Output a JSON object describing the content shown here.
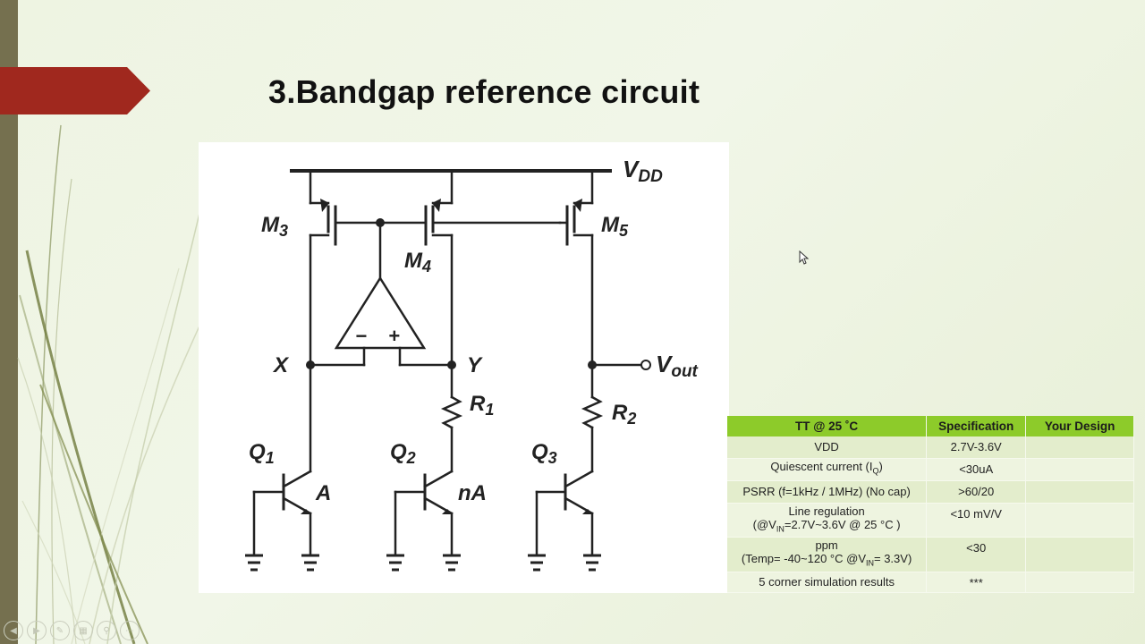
{
  "slide": {
    "title": "3.Bandgap reference circuit"
  },
  "circuit": {
    "labels": {
      "vdd": "V",
      "vdd_sub": "DD",
      "m3": "M",
      "m3_sub": "3",
      "m4": "M",
      "m4_sub": "4",
      "m5": "M",
      "m5_sub": "5",
      "x": "X",
      "y": "Y",
      "vout": "V",
      "vout_sub": "out",
      "r1": "R",
      "r1_sub": "1",
      "r2": "R",
      "r2_sub": "2",
      "q1": "Q",
      "q1_sub": "1",
      "q2": "Q",
      "q2_sub": "2",
      "q3": "Q",
      "q3_sub": "3",
      "a": "A",
      "na": "nA",
      "minus": "−",
      "plus": "+"
    }
  },
  "table": {
    "headers": [
      "TT @ 25 ˚C",
      "Specification",
      "Your Design"
    ],
    "rows": [
      {
        "param": "VDD",
        "spec": "2.7V-3.6V",
        "design": ""
      },
      {
        "param_pre": "Quiescent current (I",
        "param_sub": "Q",
        "param_post": ")",
        "spec": "<30uA",
        "design": ""
      },
      {
        "param": "PSRR (f=1kHz / 1MHz) (No cap)",
        "spec": ">60/20",
        "design": ""
      },
      {
        "param_l1": "Line regulation",
        "param_l2_pre": "(@V",
        "param_l2_sub": "IN",
        "param_l2_post": "=2.7V~3.6V @ 25 °C )",
        "spec": "<10 mV/V",
        "design": ""
      },
      {
        "param_l1": "ppm",
        "param_l2_pre": "(Temp= -40~120 °C  @V",
        "param_l2_sub": "IN",
        "param_l2_post": "= 3.3V)",
        "spec": "<30",
        "design": ""
      },
      {
        "param": "5 corner simulation results",
        "spec": "***",
        "design": ""
      }
    ]
  },
  "colors": {
    "accent_arrow": "#a0281e",
    "table_header": "#8dcb2a",
    "left_bar": "#75704f"
  },
  "icons": [
    "slideshow-prev-icon",
    "slideshow-next-icon",
    "pen-icon",
    "slides-icon",
    "zoom-icon",
    "more-options-icon",
    "mouse-pointer-icon"
  ]
}
